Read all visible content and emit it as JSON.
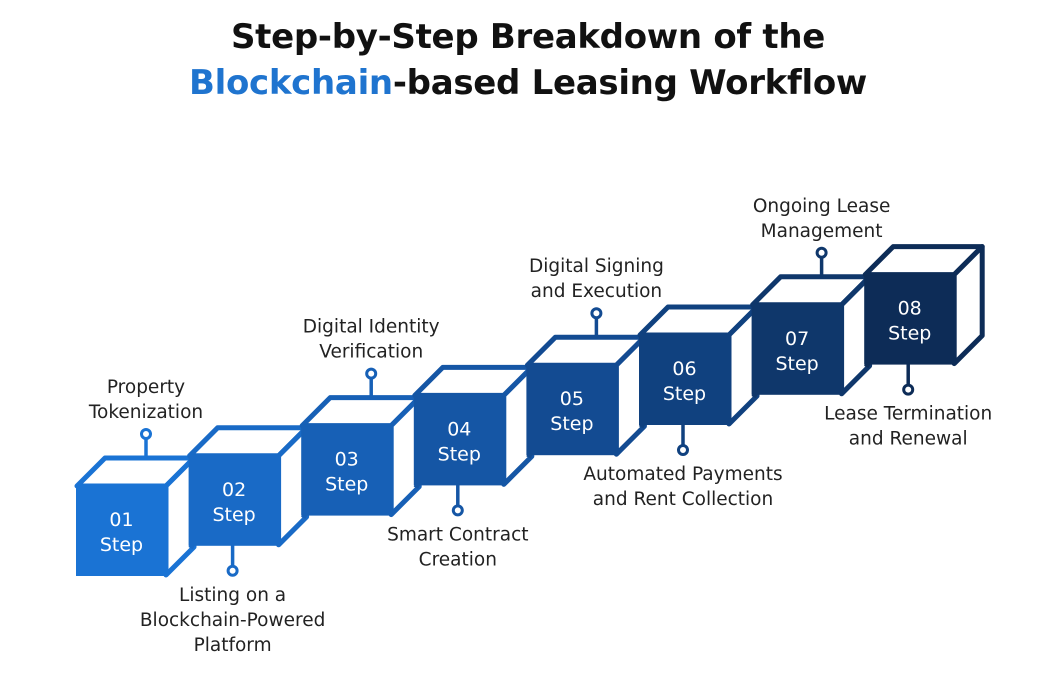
{
  "title": {
    "line1": "Step-by-Step Breakdown of the",
    "highlight": "Blockchain",
    "line2_rest": "-based Leasing Workflow",
    "highlight_color": "#1f74cf"
  },
  "steps": [
    {
      "number": "01",
      "word": "Step",
      "label": [
        "Property",
        "Tokenization"
      ],
      "label_side": "top",
      "color": "#1a73d4"
    },
    {
      "number": "02",
      "word": "Step",
      "label": [
        "Listing on a",
        "Blockchain-Powered",
        "Platform"
      ],
      "label_side": "bottom",
      "color": "#196ac6"
    },
    {
      "number": "03",
      "word": "Step",
      "label": [
        "Digital Identity",
        "Verification"
      ],
      "label_side": "top",
      "color": "#1760b6"
    },
    {
      "number": "04",
      "word": "Step",
      "label": [
        "Smart Contract",
        "Creation"
      ],
      "label_side": "bottom",
      "color": "#1556a5"
    },
    {
      "number": "05",
      "word": "Step",
      "label": [
        "Digital Signing",
        "and Execution"
      ],
      "label_side": "top",
      "color": "#134b92"
    },
    {
      "number": "06",
      "word": "Step",
      "label": [
        "Automated Payments",
        "and Rent Collection"
      ],
      "label_side": "bottom",
      "color": "#10417f"
    },
    {
      "number": "07",
      "word": "Step",
      "label": [
        "Ongoing Lease",
        "Management"
      ],
      "label_side": "top",
      "color": "#0f376b"
    },
    {
      "number": "08",
      "word": "Step",
      "label": [
        "Lease Termination",
        "and Renewal"
      ],
      "label_side": "bottom",
      "color": "#0d2c57"
    }
  ]
}
